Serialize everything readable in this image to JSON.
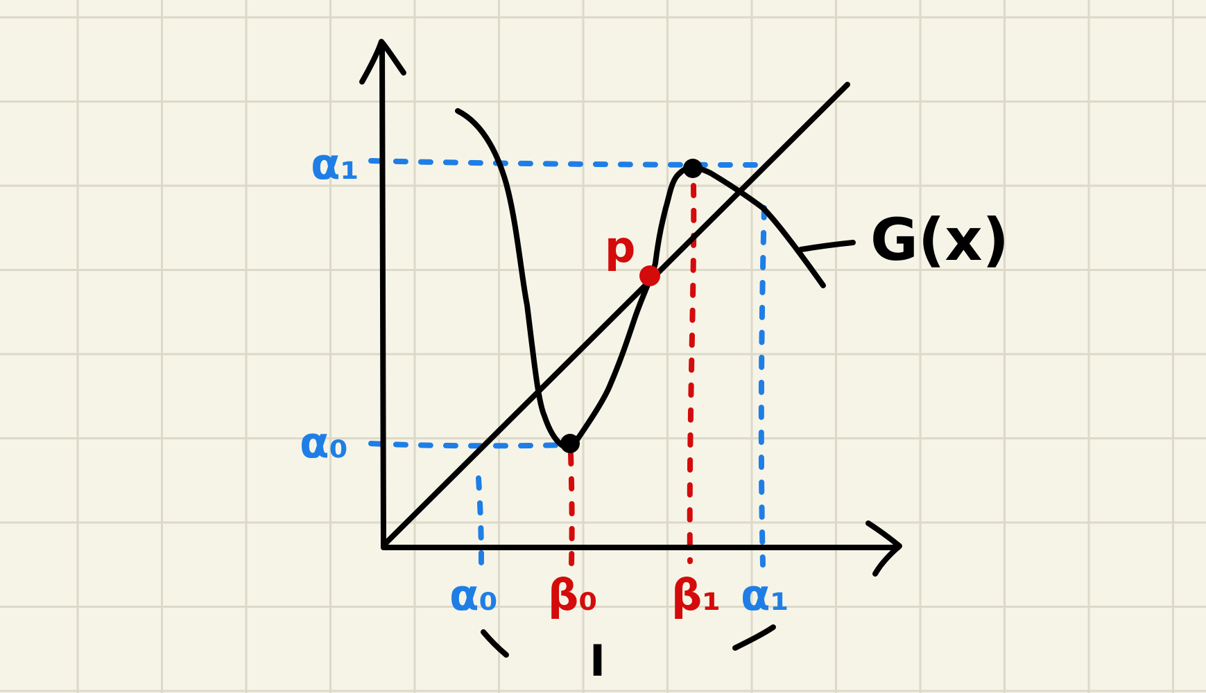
{
  "colors": {
    "paper": "#f6f4e7",
    "grid": "#dcd9c9",
    "ink": "#000000",
    "blue": "#1e7ee6",
    "red": "#d40b0b"
  },
  "labels": {
    "curve": "G(x)",
    "point": "p",
    "y_alpha1": "α₁",
    "y_alpha0": "α₀",
    "x_alpha0": "α₀",
    "x_beta0": "β₀",
    "x_beta1": "β₁",
    "x_alpha1": "α₁",
    "interval": "I"
  }
}
